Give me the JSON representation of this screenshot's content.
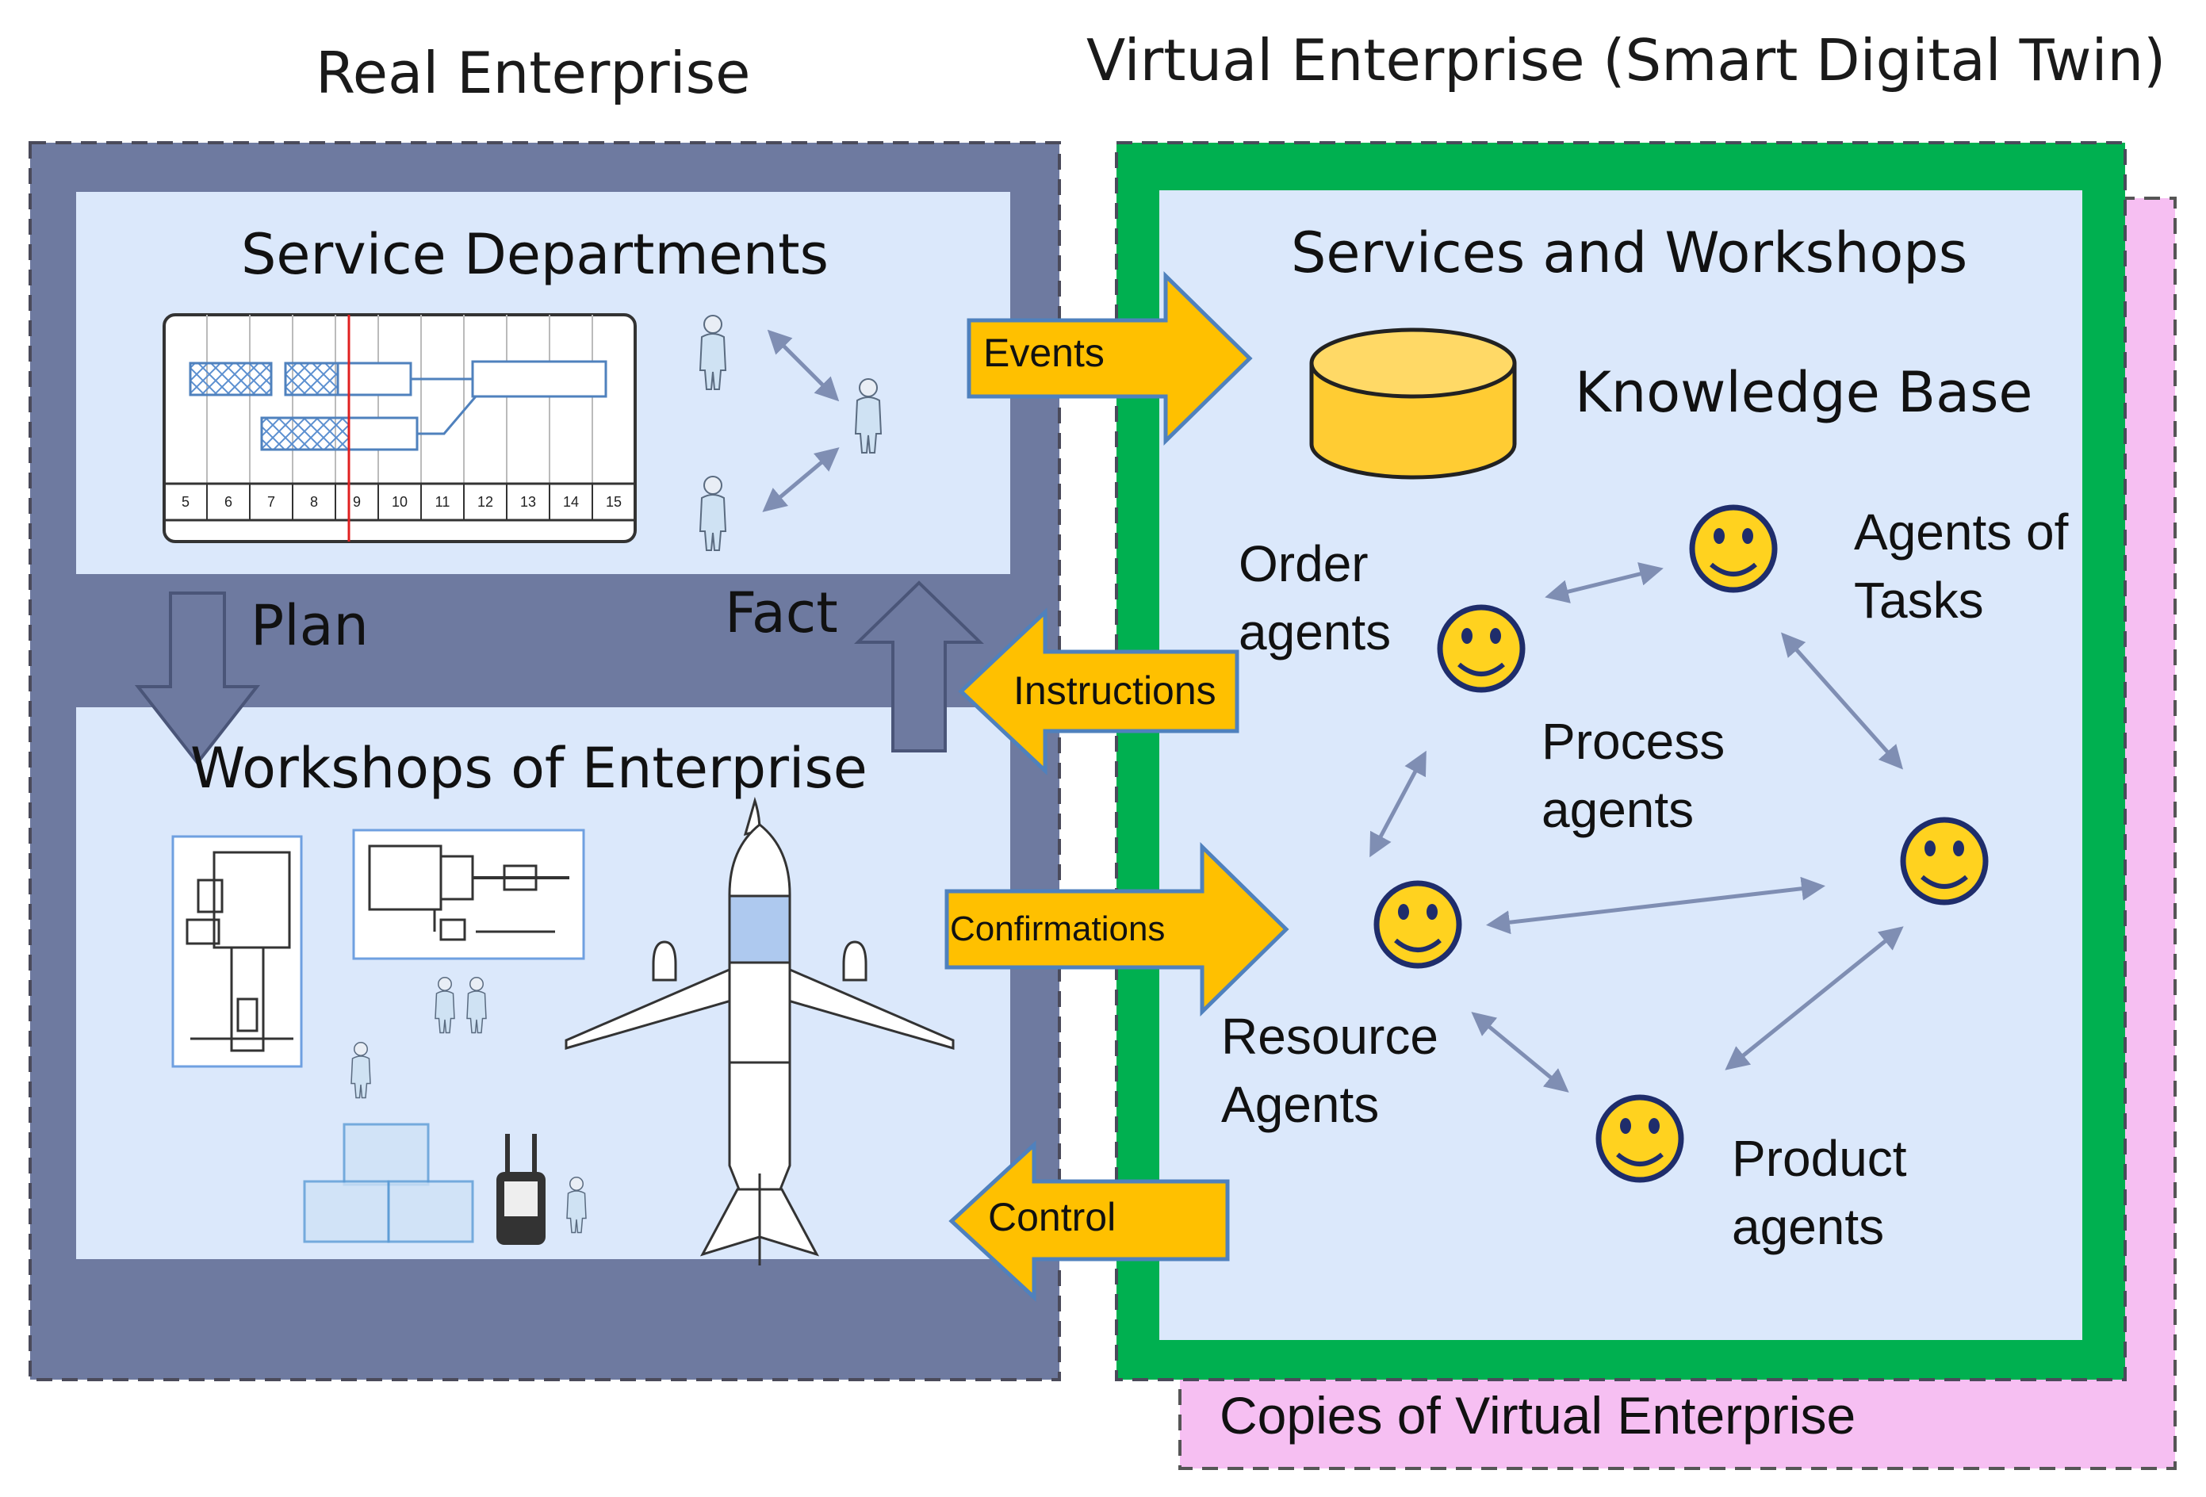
{
  "headings": {
    "real": "Real Enterprise",
    "virtual": "Virtual Enterprise (Smart Digital Twin)"
  },
  "real_enterprise": {
    "service_departments": "Service Departments",
    "workshops": "Workshops of Enterprise",
    "plan": "Plan",
    "fact": "Fact",
    "gantt_ticks": [
      "5",
      "6",
      "7",
      "8",
      "9",
      "10",
      "11",
      "12",
      "13",
      "14",
      "15"
    ]
  },
  "virtual_enterprise": {
    "services_workshops": "Services and Workshops",
    "knowledge_base": "Knowledge Base",
    "copies": "Copies of Virtual Enterprise",
    "agents": {
      "order": "Order agents",
      "tasks": "Agents of Tasks",
      "process": "Process agents",
      "resource": "Resource Agents",
      "product": "Product agents"
    }
  },
  "flows": {
    "events": "Events",
    "instructions": "Instructions",
    "confirmations": "Confirmations",
    "control": "Control"
  },
  "colors": {
    "real_frame": "#6e7aa0",
    "panel_fill": "#dbe8fb",
    "virtual_border": "#00b050",
    "copies_fill": "#f6bff2",
    "arrow_fill": "#ffc000",
    "arrow_stroke": "#4f81bd",
    "smiley": "#ffd21f",
    "kb_fill": "#ffcc33"
  }
}
